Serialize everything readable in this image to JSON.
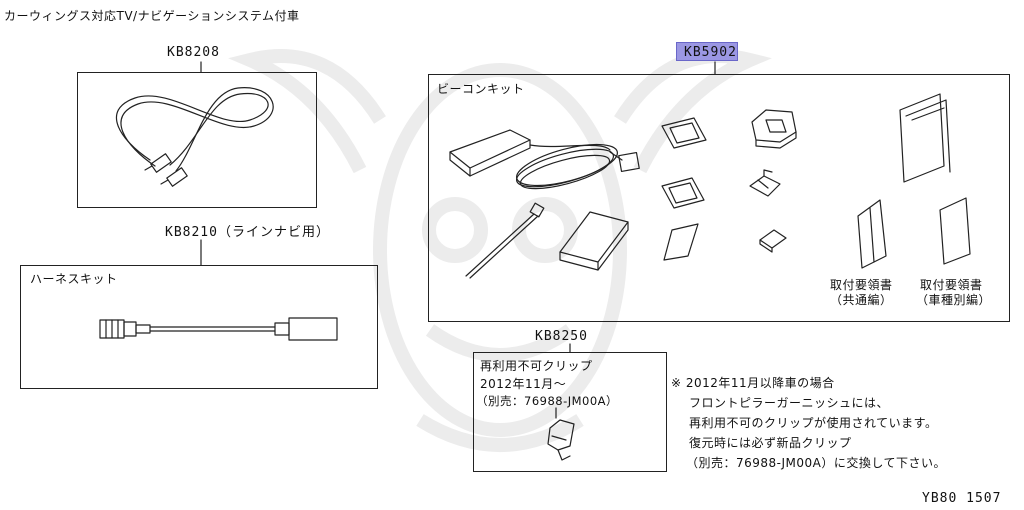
{
  "header": {
    "title": "カーウィングス対応TV/ナビゲーションシステム付車"
  },
  "diagram_code": "YB80 1507",
  "accent_highlight": "#9b97e3",
  "parts": {
    "kb8208": {
      "code": "KB8208"
    },
    "kb8210": {
      "code": "KB8210（ラインナビ用）",
      "box_label": "ハーネスキット"
    },
    "kb5902": {
      "code": "KB5902",
      "box_label": "ビーコンキット",
      "manual_common": {
        "line1": "取付要領書",
        "line2": "（共通編）"
      },
      "manual_vehicle": {
        "line1": "取付要領書",
        "line2": "（車種別編）"
      }
    },
    "kb8250": {
      "code": "KB8250",
      "line1": "再利用不可クリップ",
      "line2": "2012年11月～",
      "line3": "（別売：76988-JM00A）"
    }
  },
  "note": {
    "line1": "※ 2012年11月以降車の場合",
    "line2": "フロントピラーガーニッシュには、",
    "line3": "再利用不可のクリップが使用されています。",
    "line4": "復元時には必ず新品クリップ",
    "line5": "（別売：76988-JM00A）に交換して下さい。"
  }
}
